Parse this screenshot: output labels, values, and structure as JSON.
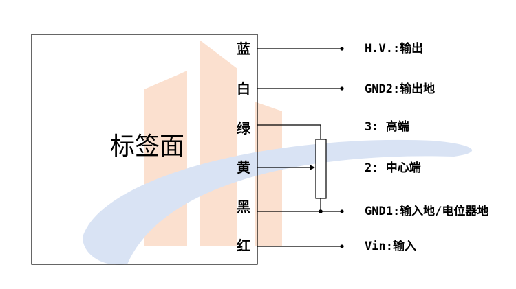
{
  "colors": {
    "line": "#000000",
    "watermark_bars": "#fbe0cf",
    "watermark_swoosh": "#d9e3f4"
  },
  "diagram": {
    "box_label": "标签面",
    "wires": [
      {
        "id": "blue",
        "color_name": "蓝",
        "pin": "H.V.:输出"
      },
      {
        "id": "white",
        "color_name": "白",
        "pin": "GND2:输出地"
      },
      {
        "id": "green",
        "color_name": "绿",
        "pin": "3:  高端"
      },
      {
        "id": "yellow",
        "color_name": "黄",
        "pin": "2:  中心端"
      },
      {
        "id": "black",
        "color_name": "黑",
        "pin": "GND1:输入地/电位器地"
      },
      {
        "id": "red",
        "color_name": "红",
        "pin": "Vin:输入"
      }
    ]
  }
}
